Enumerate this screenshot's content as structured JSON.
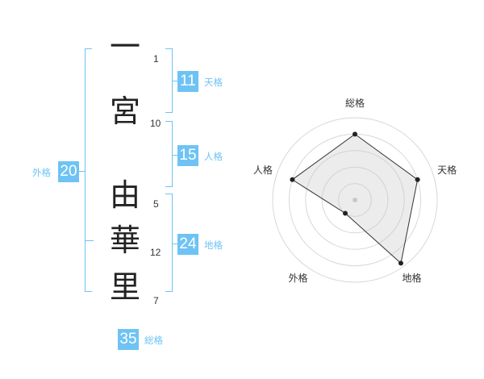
{
  "name": {
    "chars": [
      "一",
      "宮",
      "由",
      "華",
      "里"
    ],
    "strokes": [
      "1",
      "10",
      "5",
      "12",
      "7"
    ]
  },
  "kaku": {
    "tenkaku": {
      "label": "天格",
      "value": "11"
    },
    "jinkaku": {
      "label": "人格",
      "value": "15"
    },
    "chikaku": {
      "label": "地格",
      "value": "24"
    },
    "gaikaku": {
      "label": "外格",
      "value": "20"
    },
    "soukaku": {
      "label": "総格",
      "value": "35"
    }
  },
  "colors": {
    "accent": "#6ec3f4",
    "ink": "#222222"
  },
  "chart_data": {
    "type": "radar",
    "axes": [
      "総格",
      "天格",
      "地格",
      "外格",
      "人格"
    ],
    "values": [
      0.8,
      0.8,
      0.95,
      0.2,
      0.8
    ],
    "range": [
      0,
      1
    ],
    "rings": 5
  }
}
